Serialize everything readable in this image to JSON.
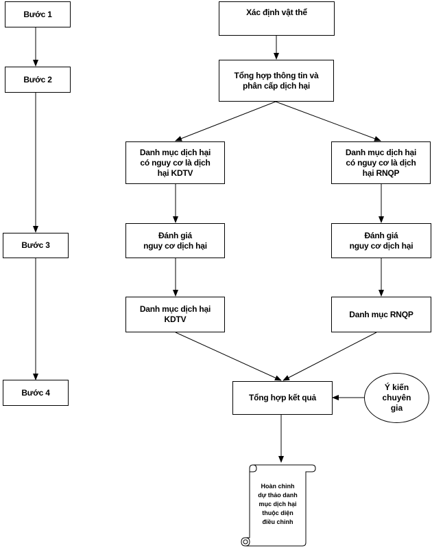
{
  "steps": {
    "step1": "Bước 1",
    "step2": "Bước 2",
    "step3": "Bước 3",
    "step4": "Bước 4"
  },
  "flow": {
    "identify": "Xác định vật thể",
    "aggregate": "Tổng hợp thông tin và\nphân cấp dịch hại",
    "list_kdtv": "Danh mục dịch hại\ncó nguy cơ là dịch\nhại KDTV",
    "list_rnqp": "Danh mục dịch hại\ncó nguy cơ là dịch\nhại RNQP",
    "assess_left": "Đánh giá\nnguy cơ dịch hại",
    "assess_right": "Đánh giá\nnguy cơ dịch hại",
    "result_kdtv": "Danh mục dịch hại\nKDTV",
    "result_rnqp": "Danh mục RNQP",
    "summary": "Tổng hợp kết quả",
    "expert": "Ý kiến\nchuyên\ngia",
    "final": "Hoàn chỉnh\ndự thảo danh\nmục dịch hại\nthuộc diện\nđiều chỉnh"
  },
  "colors": {
    "line": "#000000",
    "background": "#ffffff"
  }
}
